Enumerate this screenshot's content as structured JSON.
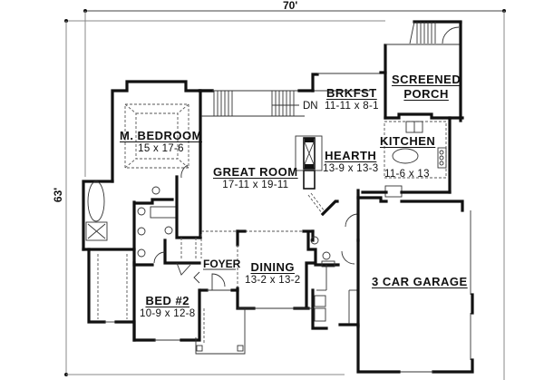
{
  "plan": {
    "overall_width": "70'",
    "overall_depth": "63'",
    "rooms": [
      {
        "id": "m-bedroom",
        "name": "M. BEDROOM",
        "dims": "15 x 17-6"
      },
      {
        "id": "great-room",
        "name": "GREAT ROOM",
        "dims": "17-11 x 19-11"
      },
      {
        "id": "brkfst",
        "name": "BRKFST",
        "dims": "11-11 x 8-1"
      },
      {
        "id": "screened-porch",
        "name": "SCREENED",
        "name2": "PORCH"
      },
      {
        "id": "hearth",
        "name": "HEARTH",
        "dims": "13-9 x 13-3"
      },
      {
        "id": "kitchen",
        "name": "KITCHEN",
        "dims": "11-6 x 13"
      },
      {
        "id": "foyer",
        "name": "FOYER"
      },
      {
        "id": "dining",
        "name": "DINING",
        "dims": "13-2 x 13-2"
      },
      {
        "id": "bed-2",
        "name": "BED #2",
        "dims": "10-9 x 12-8"
      },
      {
        "id": "garage",
        "name": "3 CAR GARAGE"
      }
    ],
    "stair_label": "DN"
  }
}
